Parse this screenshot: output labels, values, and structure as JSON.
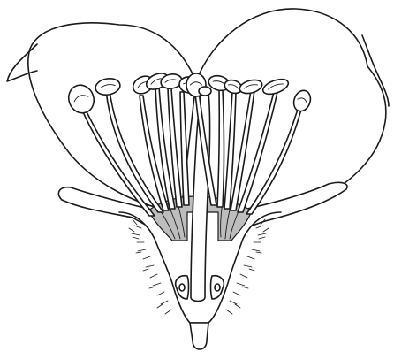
{
  "illustration": {
    "subject": "flower-longitudinal-section",
    "style": "line-art",
    "colors": {
      "line": "#1a1a1a",
      "fill": "#ffffff",
      "nectary": "#bdbdbd"
    },
    "stamen_count": 12
  }
}
